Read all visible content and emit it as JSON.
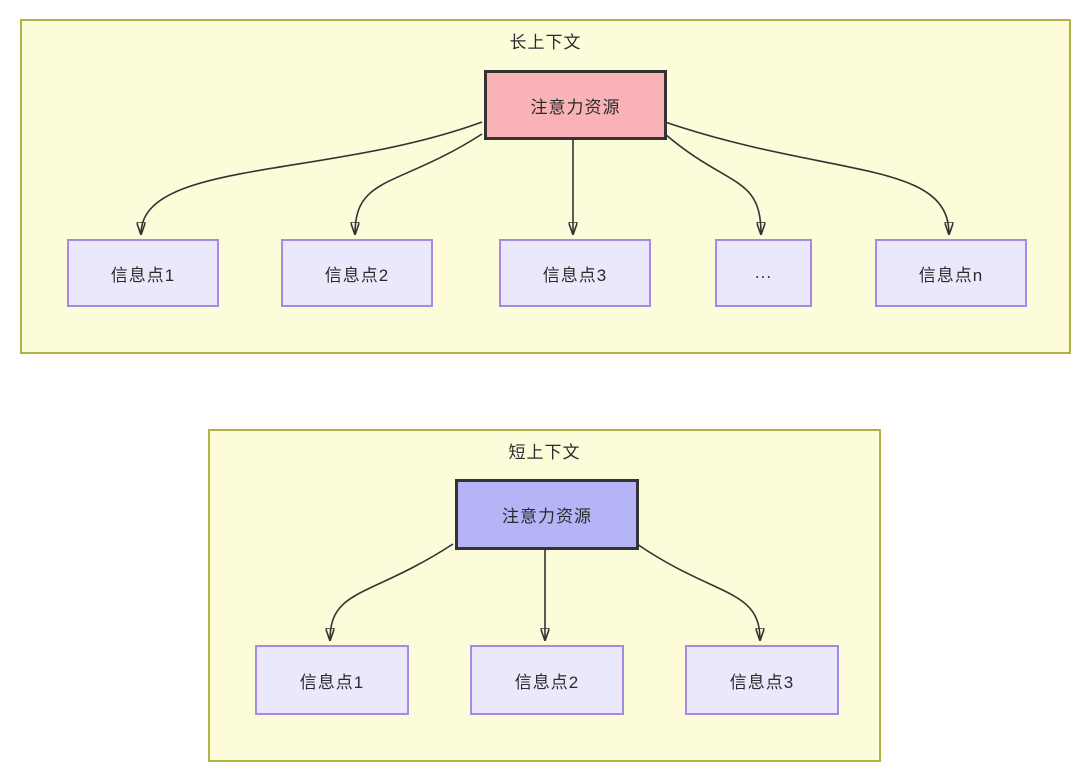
{
  "colors": {
    "container_bg": "#fcfcdb",
    "container_border": "#b2b23e",
    "attention_long_bg": "#f9b2b5",
    "attention_short_bg": "#b4b4f6",
    "attention_border": "#333333",
    "info_bg": "#e9e9fb",
    "info_border": "#a78ae0",
    "arrow": "#333333",
    "text": "#2b2b2b"
  },
  "long_context": {
    "title": "长上下文",
    "attention_label": "注意力资源",
    "info_points": [
      "信息点1",
      "信息点2",
      "信息点3",
      "...",
      "信息点n"
    ]
  },
  "short_context": {
    "title": "短上下文",
    "attention_label": "注意力资源",
    "info_points": [
      "信息点1",
      "信息点2",
      "信息点3"
    ]
  }
}
